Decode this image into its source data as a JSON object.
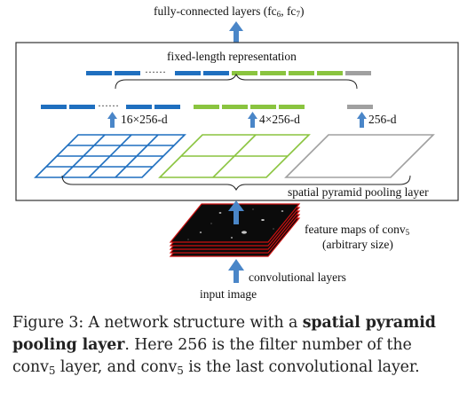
{
  "diagram": {
    "top_label_prefix": "fully-connected layers (fc",
    "top_label_sub1": "6",
    "top_label_mid": ", fc",
    "top_label_sub2": "7",
    "top_label_suffix": ")",
    "fixed_length_label": "fixed-length representation",
    "ellipsis": "……",
    "bins_16_label": "16×256-d",
    "bins_4_label": "4×256-d",
    "bins_1_label": "256-d",
    "spp_label": "spatial pyramid pooling layer",
    "feature_maps_label_prefix": "feature maps of conv",
    "feature_maps_label_sub": "5",
    "feature_maps_label_line2": "(arbitrary size)",
    "conv_label": "convolutional layers",
    "input_label": "input image",
    "colors": {
      "blue": "#1f6fbf",
      "green": "#8ac43f",
      "gray": "#a0a0a0",
      "arrow": "#4a86c8",
      "feature_map_border": "#cc1010"
    }
  },
  "caption": {
    "line1_a": "Figure 3: A network structure with a ",
    "line1_b": "spatial pyramid",
    "line2_a": "pooling layer",
    "line2_b": ". Here 256 is the filter number of the",
    "line3_a": "conv",
    "line3_sub1": "5",
    "line3_b": " layer, and conv",
    "line3_sub2": "5",
    "line3_c": " is the last convolutional layer."
  }
}
